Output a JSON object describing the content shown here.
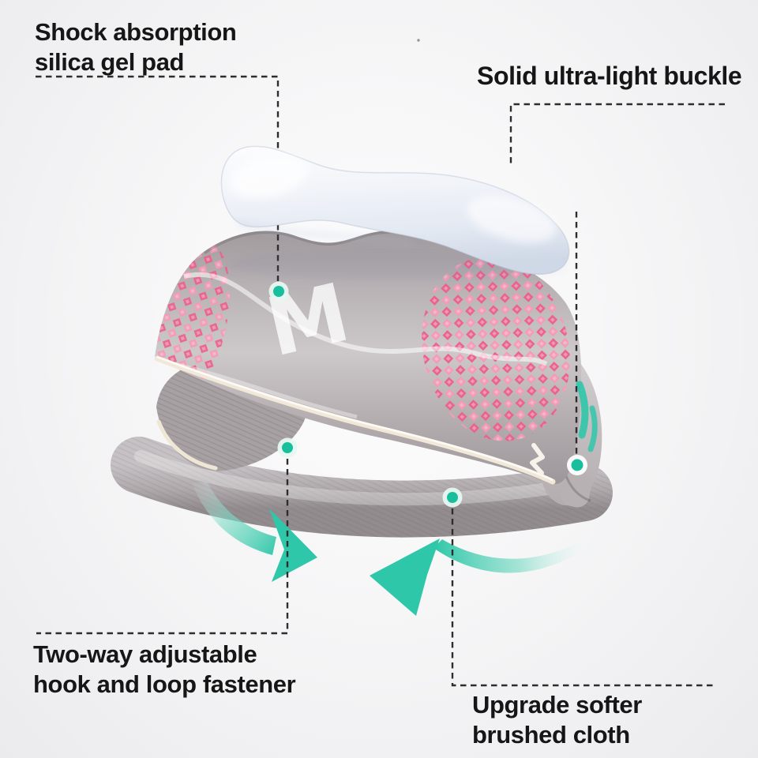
{
  "image_title": "Sports headband feature callout diagram",
  "background": {
    "base": "#f0f0f2",
    "center_glow": "#fdfdfe"
  },
  "product": {
    "name": "sports headband",
    "logo_text": "M",
    "colors": {
      "band_gray": "#b6b0b3",
      "band_light_gray": "#cdc8ca",
      "strap_gray": "#aaa4a7",
      "pink_accent": "#ee5e8b",
      "pink_light": "#f69ab6",
      "piping_cream": "#f1e8d8",
      "pad_white": "#f0f3f8",
      "pad_shadow": "#cfd8e6",
      "teal_accent": "#2fc7a9",
      "callout_dot_teal": "#19bf9d",
      "leader_line": "#2d2d2d",
      "label_text": "#161616"
    }
  },
  "callouts": [
    {
      "id": "silica-pad",
      "label": "Shock absorption\nsilica gel pad"
    },
    {
      "id": "buckle",
      "label": "Solid ultra-light buckle"
    },
    {
      "id": "fastener",
      "label": "Two-way adjustable\nhook and loop fastener"
    },
    {
      "id": "cloth",
      "label": "Upgrade softer\nbrushed cloth"
    }
  ],
  "arrows": [
    {
      "id": "rotation-arrow-left",
      "direction": "pointing right-down"
    },
    {
      "id": "rotation-arrow-right",
      "direction": "pointing left"
    }
  ]
}
